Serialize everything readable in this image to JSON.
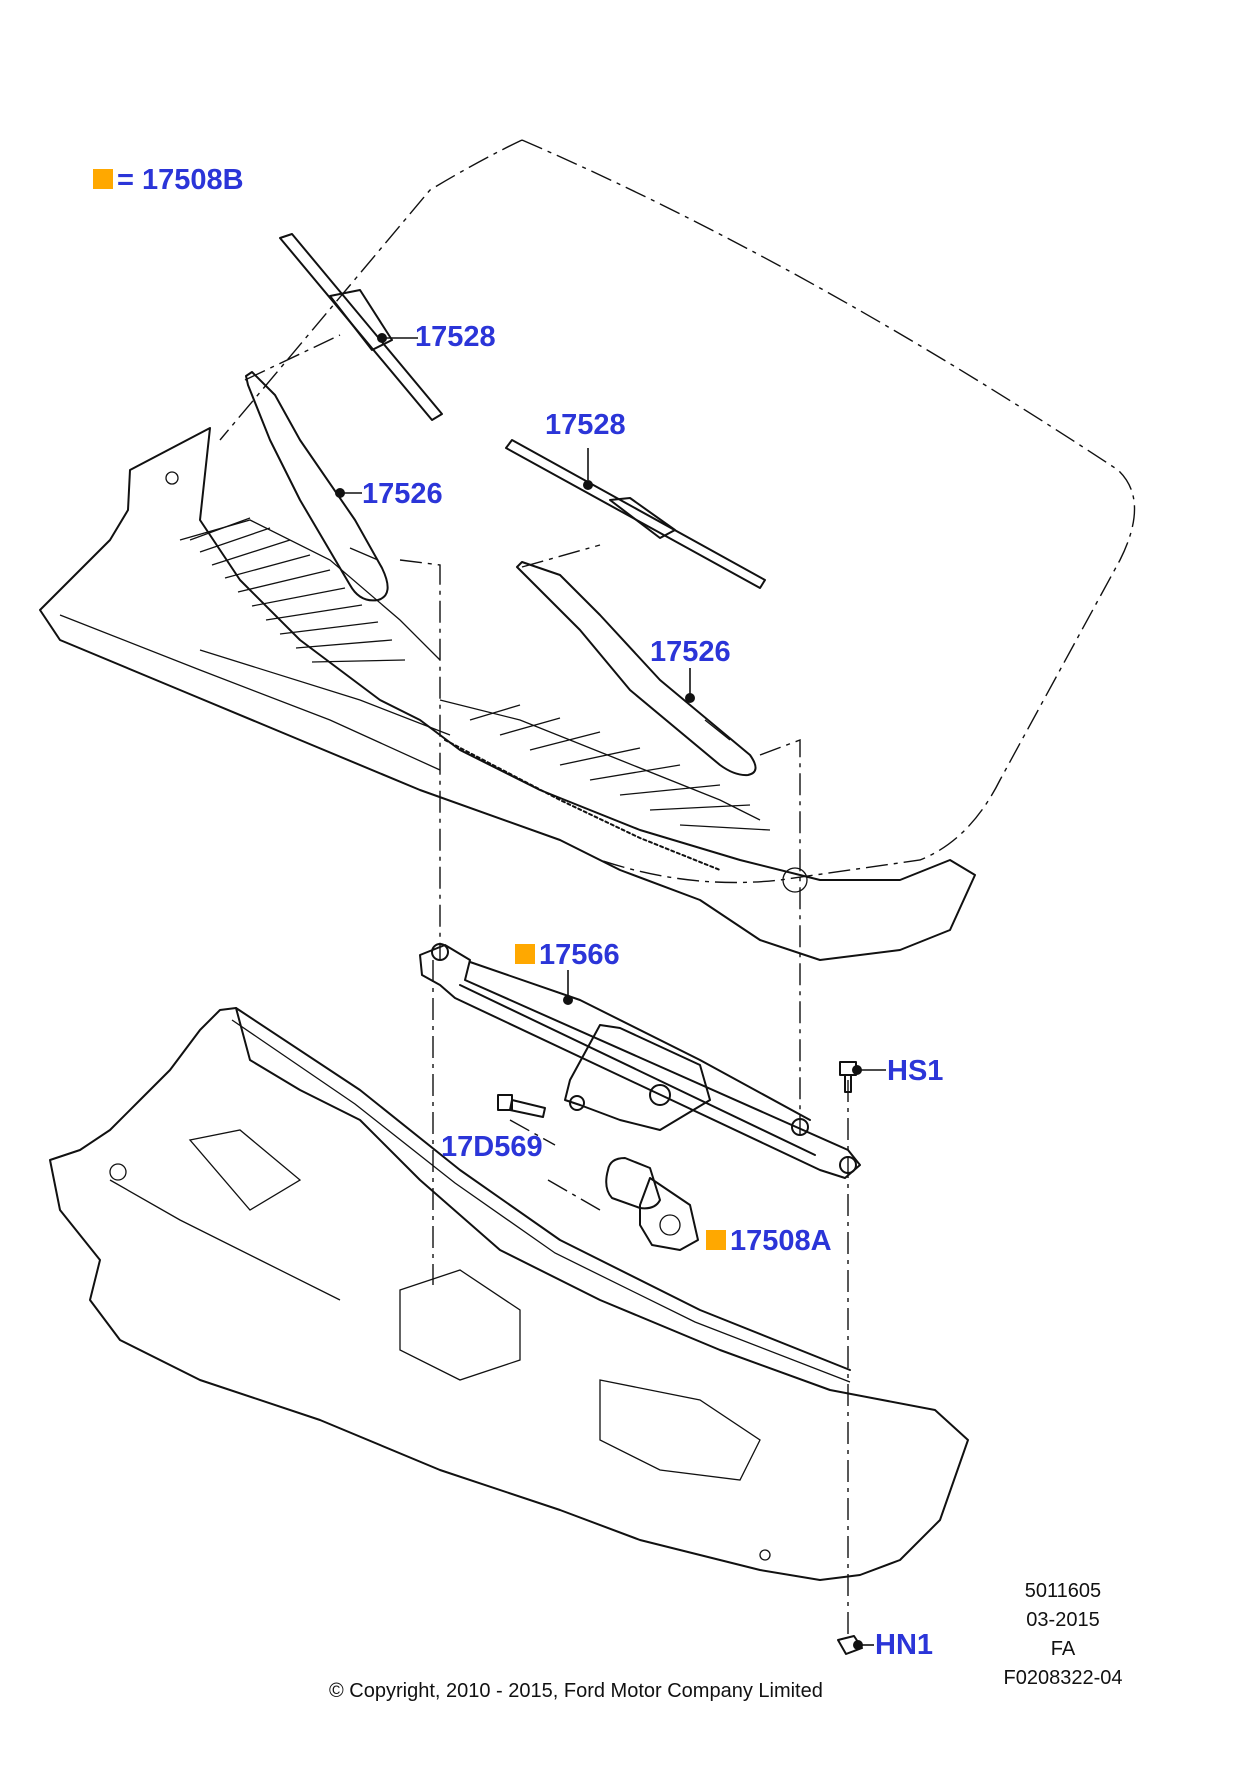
{
  "legend": {
    "equals": "= 17508B"
  },
  "callouts": {
    "blade_left": "17528",
    "blade_right": "17528",
    "arm_left": "17526",
    "arm_right": "17526",
    "linkage": "17566",
    "screw_hs1": "HS1",
    "bolt": "17D569",
    "motor": "17508A",
    "nut_hn1": "HN1"
  },
  "illustration_info": {
    "number": "5011605",
    "date": "03-2015",
    "code": "FA",
    "figure_id": "F0208322-04"
  },
  "copyright": "© Copyright, 2010 - 2015, Ford Motor Company Limited",
  "colors": {
    "callout": "#2b35d8",
    "kit_marker": "#ffa800",
    "line": "#111111"
  }
}
